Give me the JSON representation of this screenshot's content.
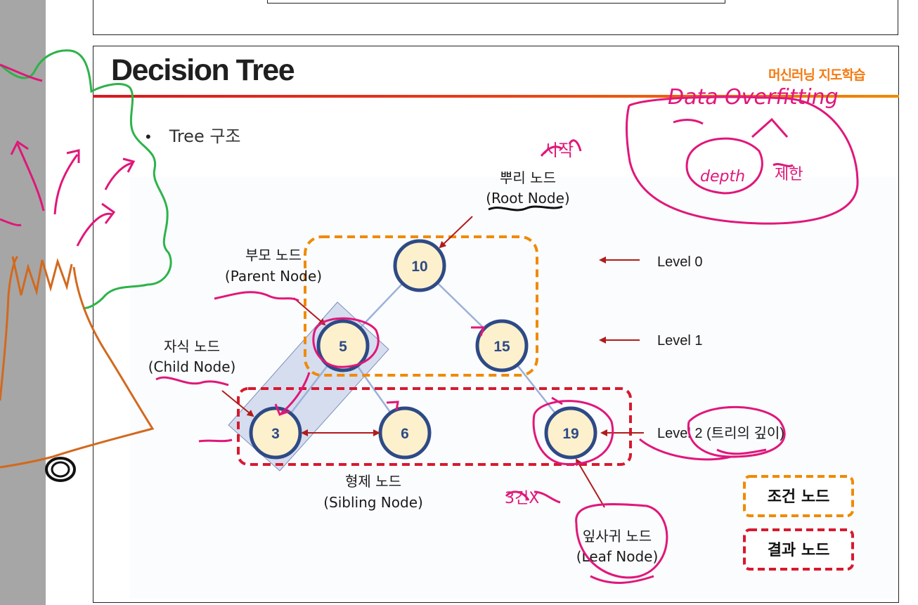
{
  "slide": {
    "title": "Decision Tree",
    "tag": "머신러닝 지도학습",
    "bullet": "Tree 구조"
  },
  "tree": {
    "root_label_ko": "뿌리 노드",
    "root_label_en": "(Root Node)",
    "parent_label_ko": "부모 노드",
    "parent_label_en": "(Parent Node)",
    "child_label_ko": "자식 노드",
    "child_label_en": "(Child Node)",
    "sibling_label_ko": "형제 노드",
    "sibling_label_en": "(Sibling Node)",
    "leaf_label_ko": "잎사귀 노드",
    "leaf_label_en": "(Leaf Node)",
    "levels": [
      "Level 0",
      "Level 1",
      "Level 2 (트리의 깊이)"
    ],
    "nodes": [
      "10",
      "5",
      "15",
      "3",
      "6",
      "19"
    ]
  },
  "legend": {
    "condition": "조건 노드",
    "result": "결과 노드"
  },
  "colors": {
    "accent_orange": "#f08a00",
    "accent_red": "#d7191e",
    "node_fill": "#fdf0cc",
    "node_stroke": "#2e4a86",
    "ink_pink": "#e0177a",
    "ink_green": "#2db34a",
    "ink_orange": "#d2691e"
  }
}
